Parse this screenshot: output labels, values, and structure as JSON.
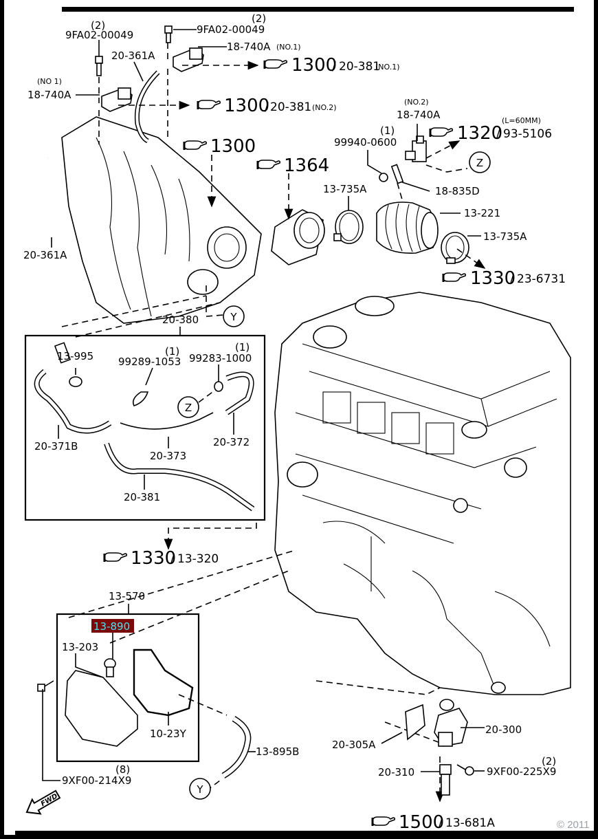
{
  "diagram": {
    "title": "Engine intake / PCV / EGR parts diagram",
    "copyright": "© 2011",
    "fwd_label": "FWD",
    "highlight_color": "#7b0b0b",
    "highlight_text_color": "#45e3f0",
    "parts": {
      "bolt_left": {
        "qty": "(2)",
        "number": "9FA02-00049"
      },
      "bolt_right": {
        "qty": "(2)",
        "number": "9FA02-00049"
      },
      "hose_20_361a_top": "20-361A",
      "hose_20_361a_left": "20-361A",
      "solenoid_no1_right": {
        "number": "18-740A",
        "note": "(NO.1)"
      },
      "solenoid_no1_left": {
        "note": "(NO 1)",
        "number": "18-740A"
      },
      "solenoid_no2": {
        "note": "(NO.2)",
        "number": "18-740A"
      },
      "nut": {
        "qty": "(1)",
        "number": "99940-0600"
      },
      "bracket": "18-835D",
      "clamp_1": "13-735A",
      "clamp_2": "13-735A",
      "duct": "13-221",
      "hose_set": "20-380",
      "pcv_valve": "13-995",
      "clip_1": {
        "qty": "(1)",
        "number": "99289-1053"
      },
      "clip_2": {
        "qty": "(1)",
        "number": "99283-1000"
      },
      "hose_20_371b": "20-371B",
      "pipe_20_373": "20-373",
      "hose_20_372": "20-372",
      "hose_20_381": "20-381",
      "separator": "13-570",
      "pcv_890": "13-890",
      "cover": "13-203",
      "gasket": "10-23Y",
      "hose_13_895b": "13-895B",
      "bolt_9xf00_214": {
        "qty": "(8)",
        "number": "9XF00-214X9"
      },
      "egr_valve": "20-300",
      "egr_gasket": "20-305A",
      "egr_pipe": "20-310",
      "bolt_9xf00_225": {
        "qty": "(2)",
        "number": "9XF00-225X9"
      }
    },
    "connectors": {
      "z": "Z",
      "y": "Y"
    },
    "references": [
      {
        "id": "ref-1300-no1",
        "group": "1300",
        "sep": "/",
        "part": "20-381",
        "note": "(NO.1)"
      },
      {
        "id": "ref-1300-no2",
        "group": "1300",
        "sep": "/",
        "part": "20-381",
        "note": "(NO.2)"
      },
      {
        "id": "ref-1300",
        "group": "1300"
      },
      {
        "id": "ref-1364",
        "group": "1364"
      },
      {
        "id": "ref-1320",
        "group": "1320",
        "sep": "/",
        "part": "93-5106",
        "note": "(L=60MM)"
      },
      {
        "id": "ref-1330-23",
        "group": "1330",
        "sep": "/",
        "part": "23-6731"
      },
      {
        "id": "ref-1330-13",
        "group": "1330",
        "sep": "/",
        "part": "13-320"
      },
      {
        "id": "ref-1500",
        "group": "1500",
        "sep": "/",
        "part": "13-681A"
      }
    ]
  }
}
